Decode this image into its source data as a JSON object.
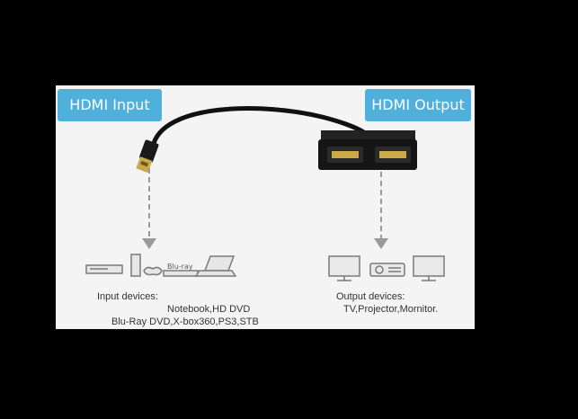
{
  "labels": {
    "input_badge": "HDMI Input",
    "output_badge": "HDMI Output"
  },
  "input_devices": {
    "title": "Input devices:",
    "line1": "Notebook,HD DVD",
    "line2": "Blu-Ray DVD,X-box360,PS3,STB"
  },
  "output_devices": {
    "title": "Output devices:",
    "line1": "TV,Projector,Mornitor."
  },
  "icons": {
    "input": [
      "dvd-player-icon",
      "game-console-icon",
      "blu-ray-icon",
      "laptop-icon"
    ],
    "output": [
      "monitor-icon",
      "projector-icon",
      "monitor-icon"
    ]
  },
  "colors": {
    "background": "#000000",
    "panel": "#f4f4f4",
    "badge": "#4fb0dc",
    "badge_text": "#ffffff",
    "arrow": "#9a9a9a",
    "cable": "#111111",
    "gold": "#c9a94a",
    "device_line": "#7a7a7a"
  }
}
